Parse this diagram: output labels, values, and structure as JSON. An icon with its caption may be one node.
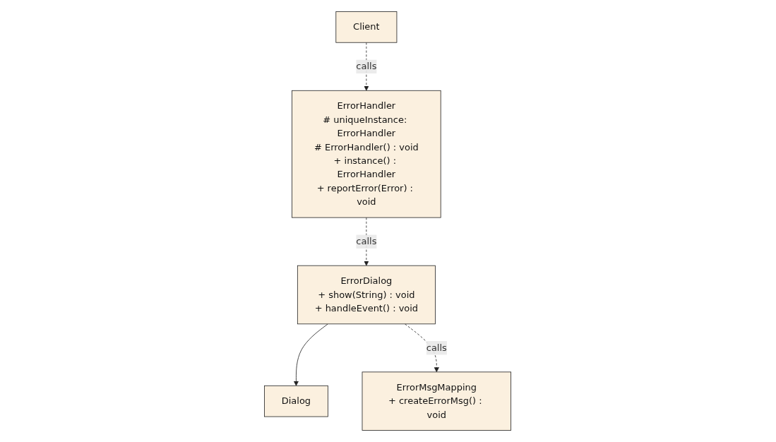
{
  "diagram": {
    "nodes": [
      {
        "text": [
          "Dialog"
        ]
      },
      {
        "text": [
          "ErrorDialog",
          "+ show(String) : void",
          "+ handleEvent() : void"
        ]
      },
      {
        "text": [
          "ErrorHandler",
          "# uniqueInstance: ErrorHandler",
          "# ErrorHandler() : void",
          "+ instance() : ErrorHandler",
          "+ reportError(Error) : void"
        ]
      },
      {
        "text": [
          "Client"
        ]
      },
      {
        "text": [
          "ErrorMsgMapping",
          "+ createErrorMsg() : void"
        ]
      }
    ],
    "edges": [
      {
        "from": 1,
        "to": 0,
        "arrow": "to"
      },
      {
        "from": 2,
        "to": 1,
        "arrow": "to",
        "label": "calls",
        "style": "dashed"
      },
      {
        "from": 3,
        "to": 2,
        "arrow": "to",
        "label": "calls",
        "style": "dashed"
      },
      {
        "from": 1,
        "to": 4,
        "arrow": "to",
        "label": "calls",
        "style": "dashed"
      }
    ]
  }
}
